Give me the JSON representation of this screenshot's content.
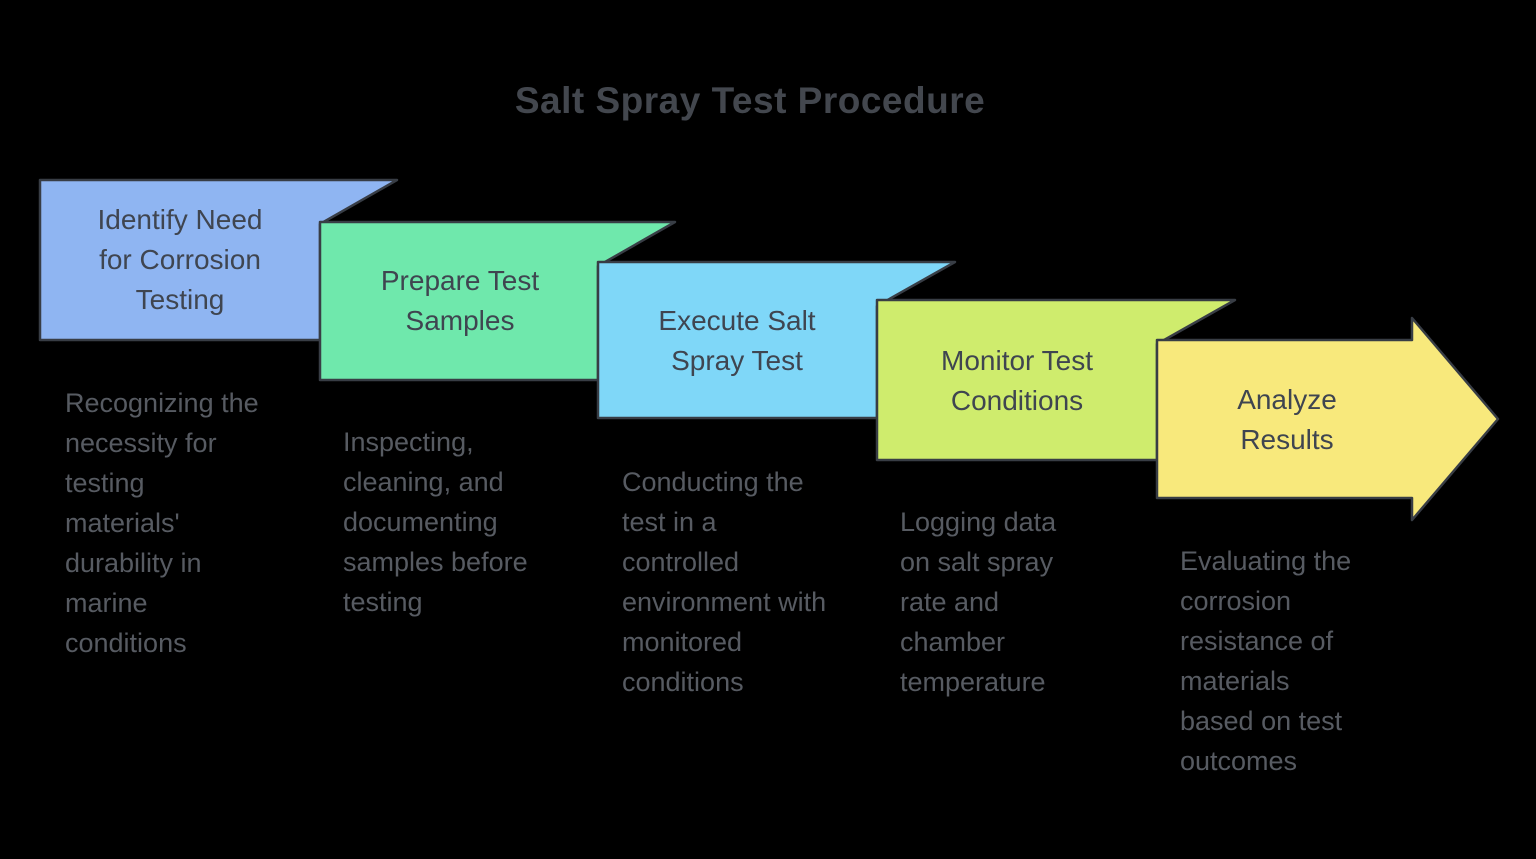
{
  "title": "Salt Spray Test Procedure",
  "steps": [
    {
      "label": "Identify Need for Corrosion Testing",
      "description": "Recognizing the necessity for testing materials' durability in marine conditions",
      "color": "#8fb5f2"
    },
    {
      "label": "Prepare Test Samples",
      "description": "Inspecting, cleaning, and documenting samples before testing",
      "color": "#6fe8ac"
    },
    {
      "label": "Execute Salt Spray Test",
      "description": "Conducting the test in a controlled environment with monitored conditions",
      "color": "#7fd7f8"
    },
    {
      "label": "Monitor Test Conditions",
      "description": "Logging data on salt spray rate and chamber temperature",
      "color": "#cfec6d"
    },
    {
      "label": "Analyze Results",
      "description": "Evaluating the corrosion resistance of materials based on test outcomes",
      "color": "#f8e97c"
    }
  ],
  "colors": {
    "background": "#000000",
    "outline": "#383d45",
    "title_text": "#43474e",
    "label_text": "#3f4550",
    "description_text": "#575b62"
  }
}
